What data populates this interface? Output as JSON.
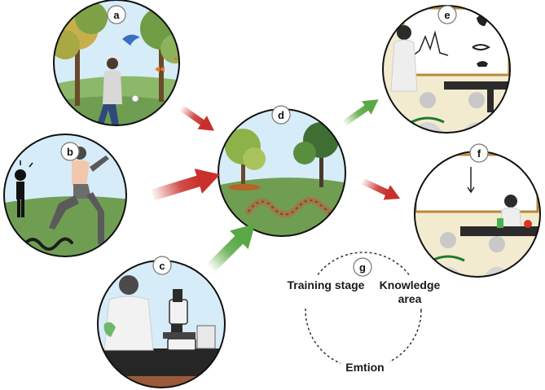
{
  "panels": [
    {
      "id": "a",
      "label": "a"
    },
    {
      "id": "b",
      "label": "b"
    },
    {
      "id": "c",
      "label": "c"
    },
    {
      "id": "d",
      "label": "d"
    },
    {
      "id": "e",
      "label": "e"
    },
    {
      "id": "f",
      "label": "f"
    },
    {
      "id": "g",
      "label": "g"
    }
  ],
  "cycle": {
    "training": "Training stage",
    "knowledge": "Knowledge area",
    "emotion": "Emtion"
  },
  "colors": {
    "negative_arrow": "#c9302c",
    "positive_arrow": "#5aa845",
    "sky": "#d6ecf8",
    "grass": "#6f9e52",
    "outline": "#111111"
  }
}
